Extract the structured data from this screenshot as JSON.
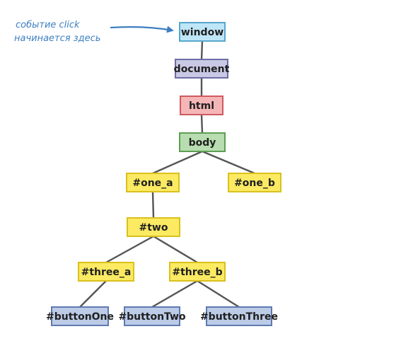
{
  "annotation": {
    "line1": "событие click",
    "line2": "начинается здесь",
    "color": "#3d7fc1"
  },
  "nodes": [
    {
      "id": "window",
      "label": "window",
      "fill": "#bfe6f6",
      "stroke": "#58a6cf"
    },
    {
      "id": "document",
      "label": "document",
      "fill": "#c9c9e6",
      "stroke": "#6d6da4"
    },
    {
      "id": "html",
      "label": "html",
      "fill": "#f5b6b7",
      "stroke": "#cf5a5e"
    },
    {
      "id": "body",
      "label": "body",
      "fill": "#b8ddb0",
      "stroke": "#5d9e55"
    },
    {
      "id": "one_a",
      "label": "#one_a",
      "fill": "#fbea62",
      "stroke": "#d9c11c"
    },
    {
      "id": "one_b",
      "label": "#one_b",
      "fill": "#fbea62",
      "stroke": "#d9c11c"
    },
    {
      "id": "two",
      "label": "#two",
      "fill": "#fbea62",
      "stroke": "#d9c11c"
    },
    {
      "id": "three_a",
      "label": "#three_a",
      "fill": "#fbea62",
      "stroke": "#d9c11c"
    },
    {
      "id": "three_b",
      "label": "#three_b",
      "fill": "#fbea62",
      "stroke": "#d9c11c"
    },
    {
      "id": "buttonOne",
      "label": "#buttonOne",
      "fill": "#bccbe6",
      "stroke": "#5f79b0"
    },
    {
      "id": "buttonTwo",
      "label": "#buttonTwo",
      "fill": "#bccbe6",
      "stroke": "#5f79b0"
    },
    {
      "id": "buttonThree",
      "label": "#buttonThree",
      "fill": "#bccbe6",
      "stroke": "#5f79b0"
    }
  ],
  "edges": [
    [
      "window",
      "document"
    ],
    [
      "document",
      "html"
    ],
    [
      "html",
      "body"
    ],
    [
      "body",
      "one_a"
    ],
    [
      "body",
      "one_b"
    ],
    [
      "one_a",
      "two"
    ],
    [
      "two",
      "three_a"
    ],
    [
      "two",
      "three_b"
    ],
    [
      "three_a",
      "buttonOne"
    ],
    [
      "three_b",
      "buttonTwo"
    ],
    [
      "three_b",
      "buttonThree"
    ]
  ]
}
